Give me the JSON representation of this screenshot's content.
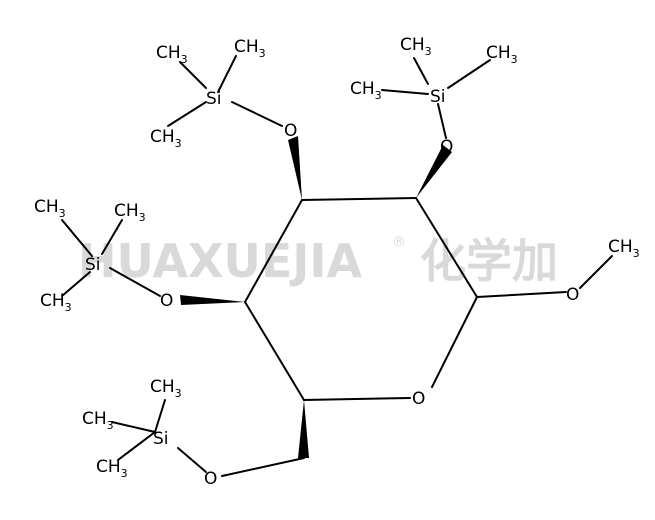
{
  "watermark": {
    "latin": "HUAXUEJIA",
    "registered": "®",
    "chinese": "化学加"
  },
  "atoms": {
    "si": "Si",
    "o": "O",
    "c": "CH",
    "sub3": "3"
  },
  "colors": {
    "bond": "#000000",
    "watermark": "#d9d9d9",
    "background": "#ffffff"
  }
}
